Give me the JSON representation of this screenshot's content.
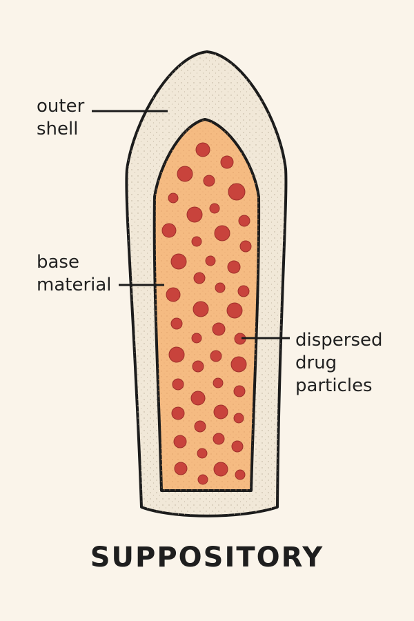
{
  "title": "SUPPOSITORY",
  "labels": {
    "outer_shell": [
      "outer",
      "shell"
    ],
    "base_material": [
      "base",
      "material"
    ],
    "drug_particles": [
      "dispersed",
      "drug",
      "particles"
    ]
  },
  "colors": {
    "background": "#faf4ea",
    "outer_shell_fill": "#f1e8d8",
    "base_material_fill": "#f5bb82",
    "particle_fill": "#c8433c",
    "outline": "#1c1c1c"
  }
}
